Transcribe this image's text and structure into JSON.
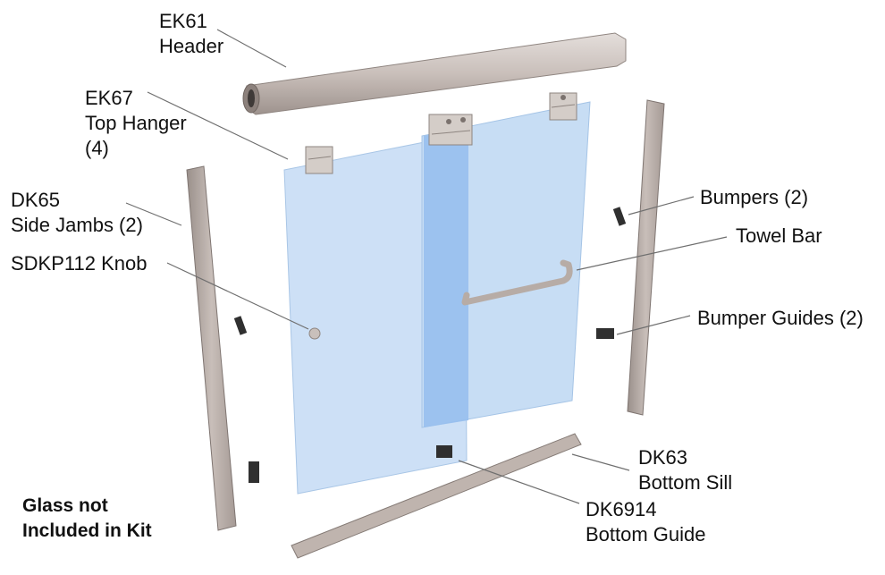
{
  "labels": {
    "header": {
      "part": "EK61",
      "name": "Header"
    },
    "top_hanger": {
      "part": "EK67",
      "name": "Top Hanger",
      "qty": "(4)"
    },
    "side_jambs": {
      "part": "DK65",
      "name": "Side Jambs (2)"
    },
    "knob": {
      "text": "SDKP112  Knob"
    },
    "bumpers": {
      "text": "Bumpers (2)"
    },
    "towel_bar": {
      "text": "Towel Bar"
    },
    "bumper_guides": {
      "text": "Bumper Guides (2)"
    },
    "bottom_sill": {
      "part": "DK63",
      "name": "Bottom Sill"
    },
    "bottom_guide": {
      "part": "DK6914",
      "name": "Bottom Guide"
    }
  },
  "note": {
    "line1": "Glass not",
    "line2": "Included in Kit"
  },
  "colors": {
    "aluminum": "#b7aca6",
    "aluminum_dark": "#8a807b",
    "glass": "#cfe2f6",
    "glass_edge": "#a9c8e8",
    "overlap": "#9cc3ee",
    "leader": "#6f6f6f",
    "bracket": "#d2cac5"
  }
}
